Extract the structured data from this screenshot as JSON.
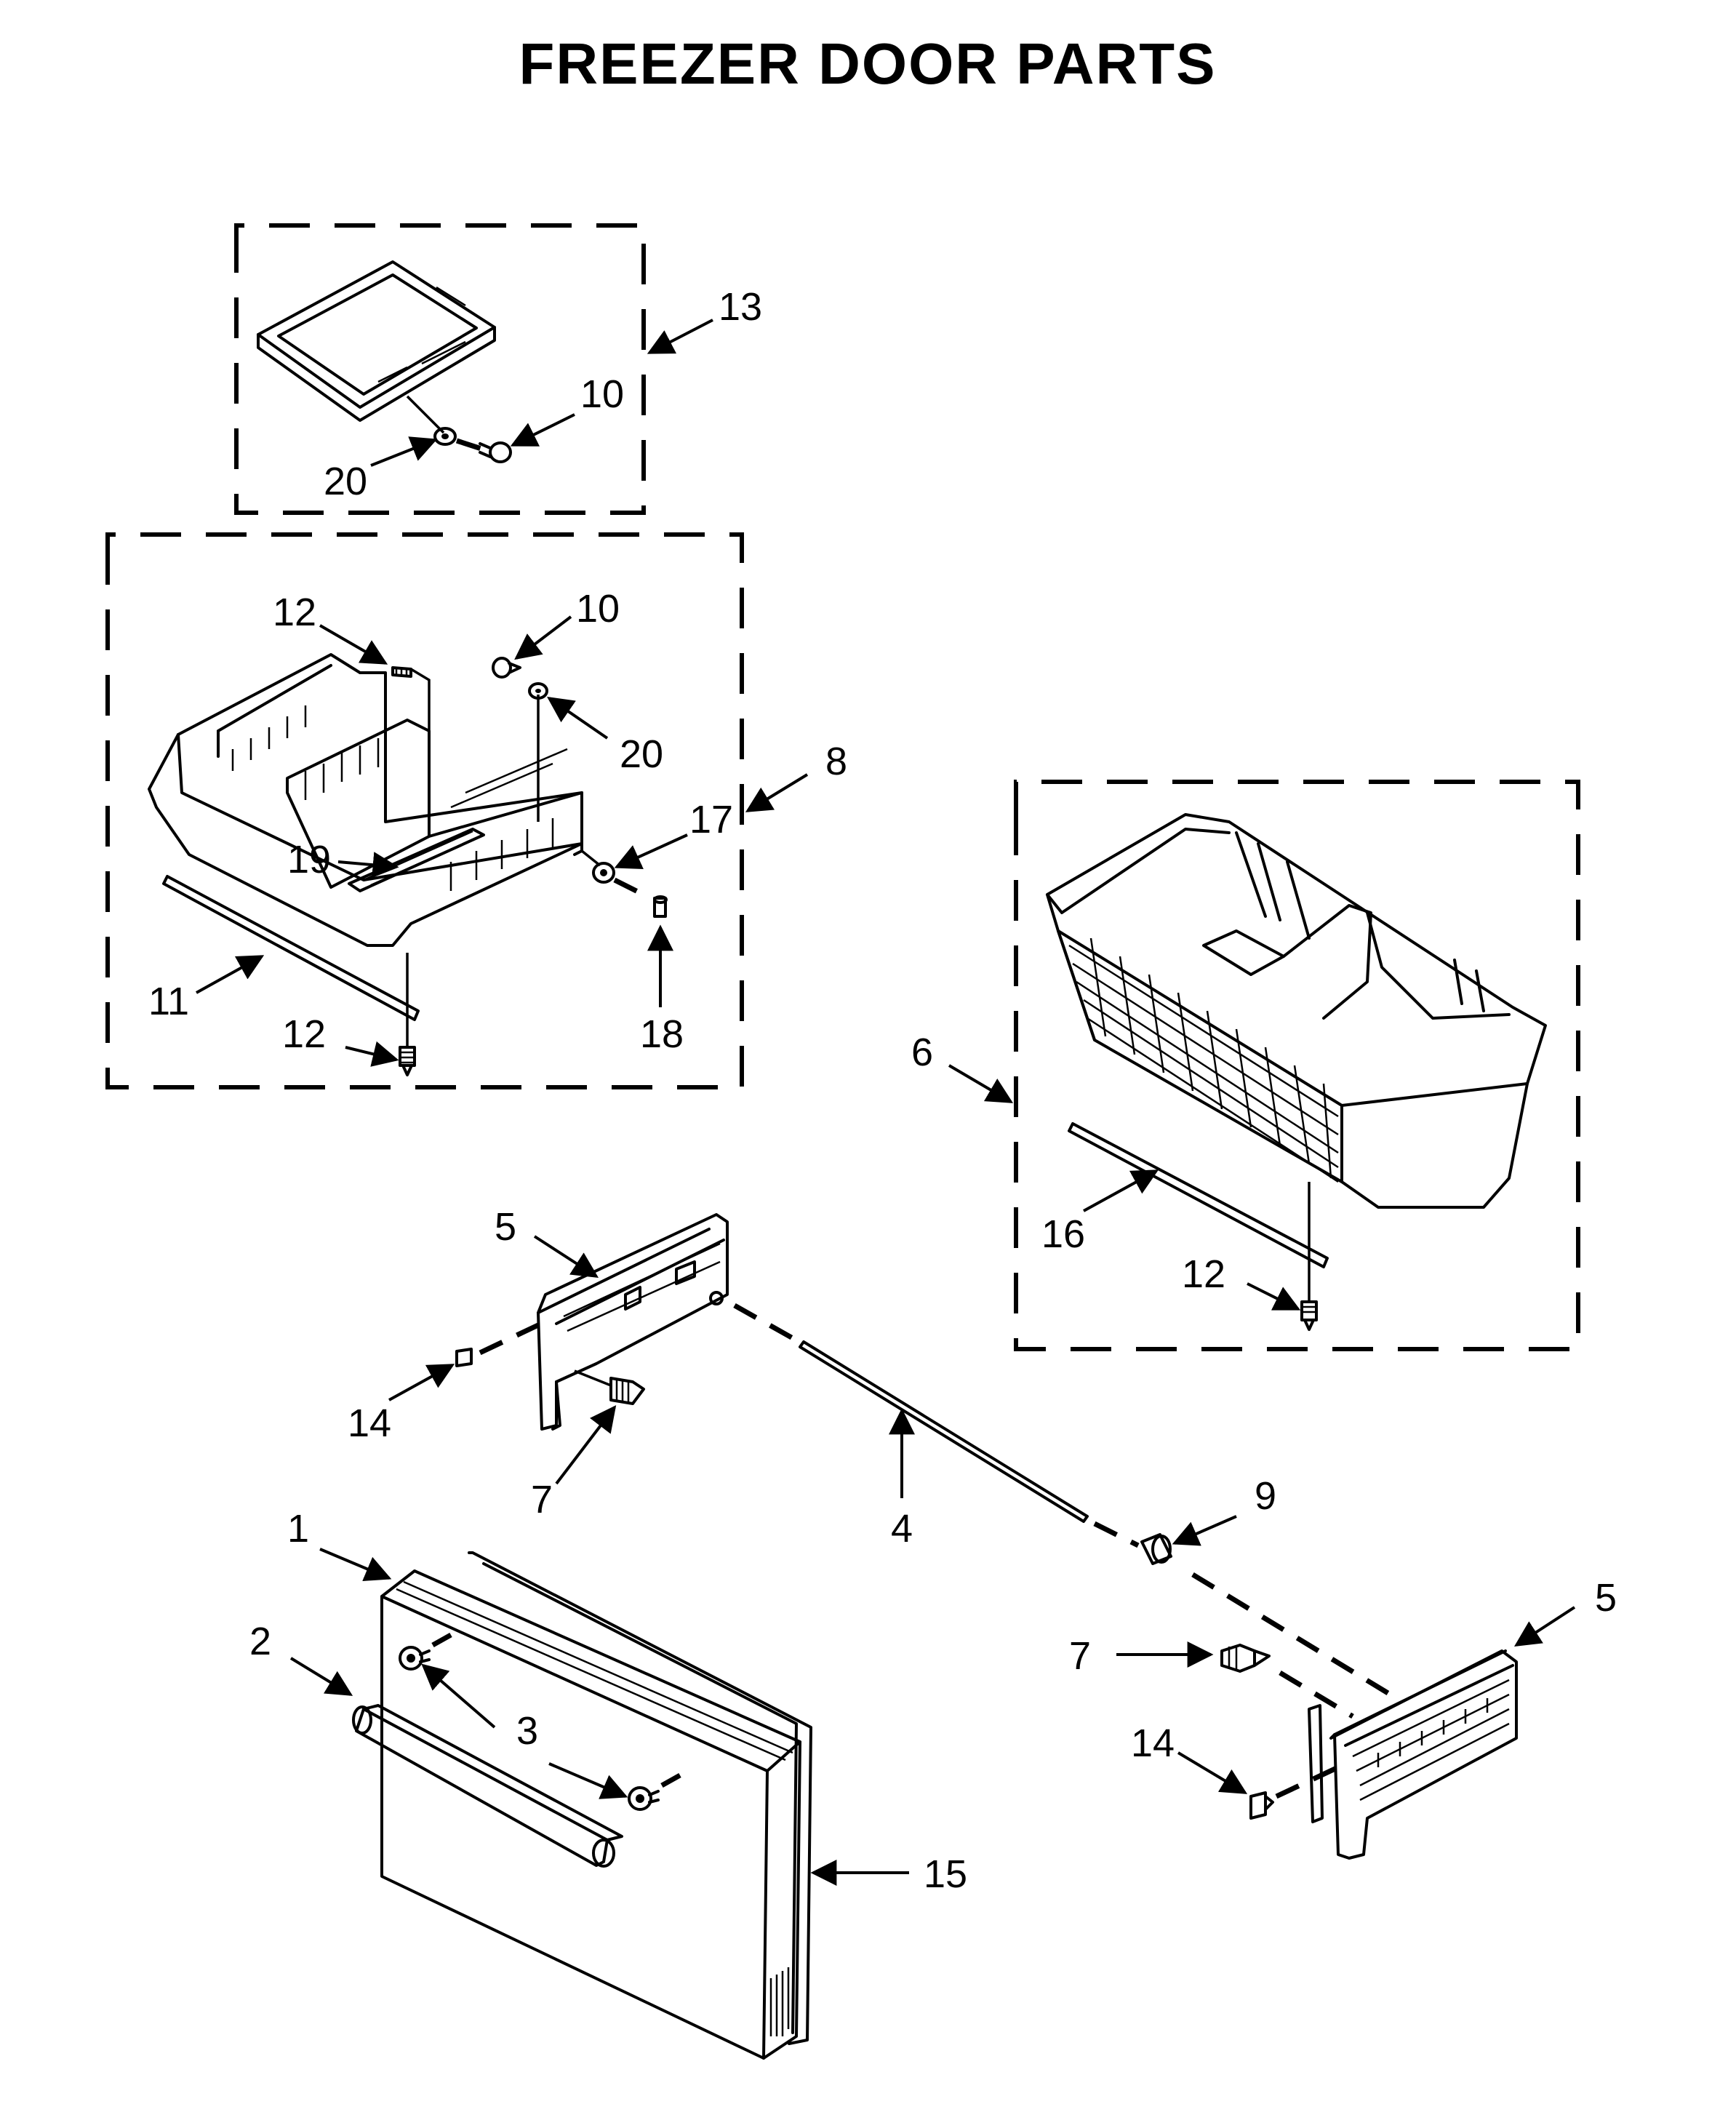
{
  "title": "FREEZER DOOR PARTS",
  "callouts": [
    "1",
    "2",
    "3",
    "4",
    "5",
    "5",
    "6",
    "7",
    "7",
    "8",
    "9",
    "10",
    "10",
    "11",
    "12",
    "12",
    "12",
    "13",
    "14",
    "14",
    "15",
    "16",
    "17",
    "18",
    "19",
    "20",
    "20"
  ]
}
